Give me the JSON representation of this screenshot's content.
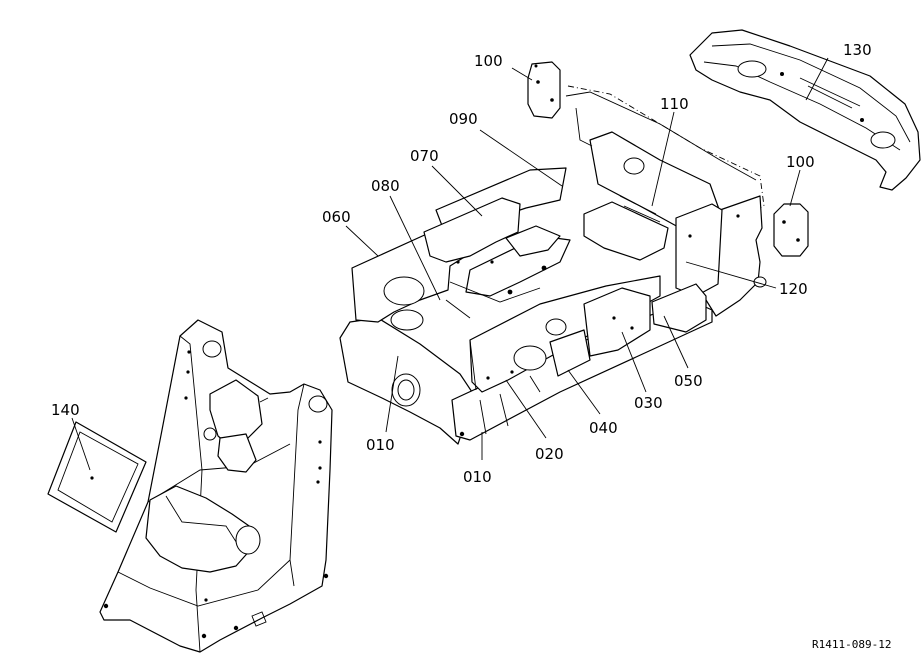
{
  "callouts": {
    "c010a": "010",
    "c010b": "010",
    "c020": "020",
    "c030": "030",
    "c040": "040",
    "c050": "050",
    "c060": "060",
    "c070": "070",
    "c080": "080",
    "c090": "090",
    "c100a": "100",
    "c100b": "100",
    "c110": "110",
    "c120": "120",
    "c130": "130",
    "c140": "140"
  },
  "reference_code": "R1411-089-12"
}
